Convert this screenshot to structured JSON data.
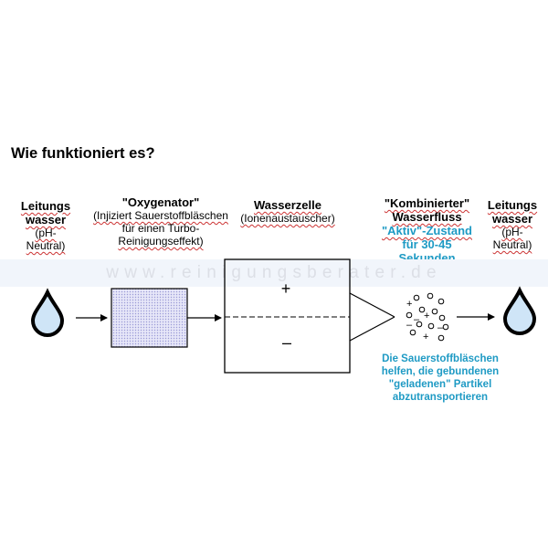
{
  "title": "Wie funktioniert es?",
  "left_label": {
    "line1": "Leitungs",
    "line2": "wasser",
    "sub1": "(pH-",
    "sub2": "Neutral)"
  },
  "oxygenator": {
    "name": "\"Oxygenator\"",
    "desc1": "(Injiziert Sauerstoffbläschen",
    "desc2": "für einen Turbo-",
    "desc3": "Reinigungseffekt)"
  },
  "wasserzelle": {
    "name": "Wasserzelle",
    "desc": "(Ionenaustauscher)",
    "plus": "+",
    "minus": "–"
  },
  "kombiniert": {
    "line1": "\"Kombinierter\"",
    "line2": "Wasserfluss",
    "line3": "\"Aktiv\"-Zustand",
    "line4": "für 30-45",
    "line5": "Sekunden"
  },
  "right_label": {
    "line1": "Leitungs",
    "line2": "wasser",
    "sub1": "(pH-",
    "sub2": "Neutral)"
  },
  "watermark": "www.reinigungsberater.de",
  "note": {
    "line1": "Die Sauerstoffbläschen",
    "line2": "helfen, die gebundenen",
    "line3": "\"geladenen\" Partikel",
    "line4": "abzutransportieren"
  },
  "colors": {
    "accent": "#1e9ac4",
    "drop": "#cfe5f7",
    "oxygenator_fill": "#dcdcf5"
  }
}
